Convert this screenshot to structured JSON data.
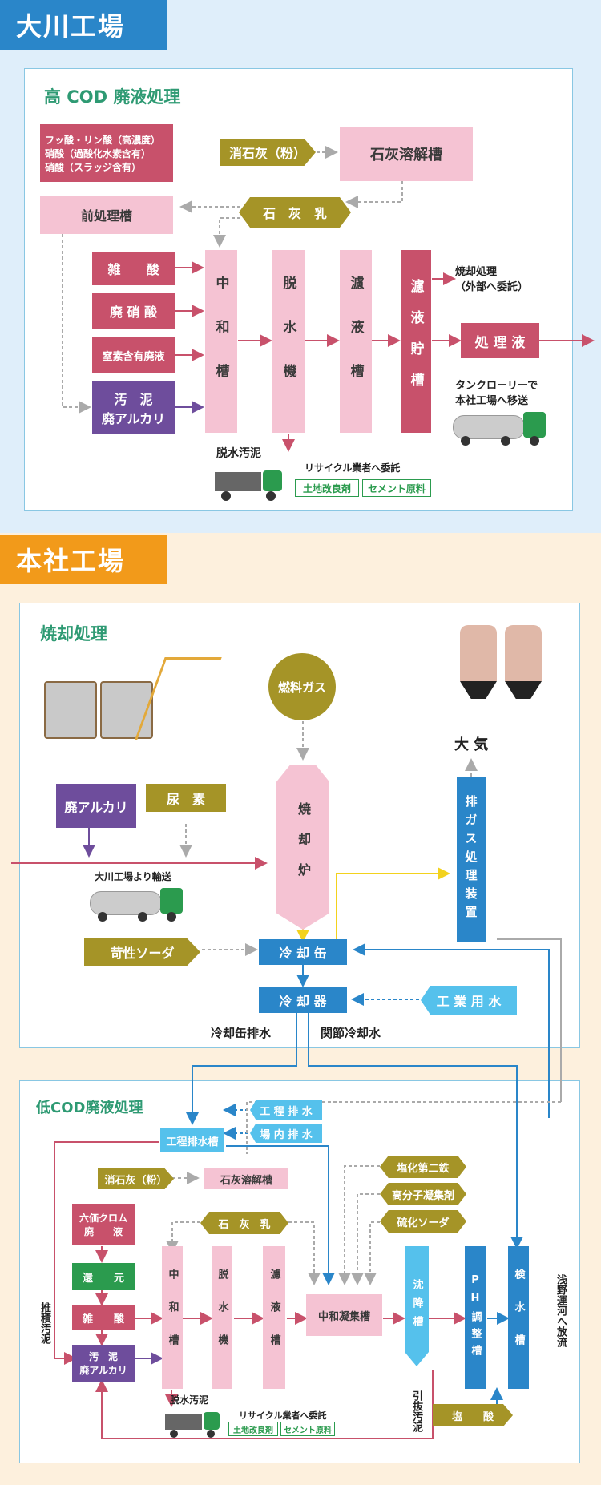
{
  "okawa": {
    "header": "大川工場",
    "title": "高 COD 廃液処理",
    "acids": "フッ酸・リン酸（高濃度）\n硝酸（過酸化水素含有）\n硝酸（スラッジ含有）",
    "slaked_lime_powder": "消石灰（粉）",
    "lime_tank": "石灰溶解槽",
    "lime_milk": "石　灰　乳",
    "pretreat_tank": "前処理槽",
    "misc_acid": "雑　　酸",
    "waste_nitric": "廃 硝 酸",
    "nitrogen_waste": "窒素含有廃液",
    "sludge_alkali": "汚　泥\n廃アルカリ",
    "neutral_tank": "中和槽",
    "dehydrator": "脱水機",
    "filter_tank": "濾液槽",
    "filtrate_storage": "濾液貯槽",
    "incineration_outsource": "焼却処理\n（外部へ委託）",
    "treated_liquid": "処 理 液",
    "tank_lorry": "タンクローリーで\n本社工場へ移送",
    "dewatered_sludge": "脱水汚泥",
    "recycle_outsource": "リサイクル業者へ委託",
    "soil_improver": "土地改良剤",
    "cement_material": "セメント原料"
  },
  "honsha": {
    "header": "本社工場",
    "incineration": {
      "title": "焼却処理",
      "fuel_gas": "燃料ガス",
      "atmosphere": "大 気",
      "waste_alkali": "廃アルカリ",
      "urea": "尿　素",
      "furnace": "焼却炉",
      "exhaust_gas_device": "排ガス処理装置",
      "transport_from_okawa": "大川工場より輸送",
      "caustic_soda": "苛性ソーダ",
      "cooling_can": "冷 却 缶",
      "cooler": "冷 却 器",
      "industrial_water": "工 業 用 水",
      "cooling_can_drain": "冷却缶排水",
      "joint_cooling_water": "関節冷却水"
    },
    "low_cod": {
      "title": "低COD廃液処理",
      "process_drain_tank": "工程排水槽",
      "process_drain": "工 程 排 水",
      "onsite_drain": "場 内 排 水",
      "ferric_chloride": "塩化第二鉄",
      "polymer_flocculant": "高分子凝集剤",
      "sodium_sulfide": "硫化ソーダ",
      "slaked_lime_powder": "消石灰（粉）",
      "lime_tank": "石灰溶解槽",
      "lime_milk": "石　灰　乳",
      "chromium": "六価クロム\n廃　　液",
      "reduction": "還　　元",
      "misc_acid": "雑　　酸",
      "sludge_alkali": "汚　泥\n廃アルカリ",
      "accumulated_sludge": "推積汚泥",
      "neutral_tank": "中和槽",
      "dehydrator": "脱水機",
      "filter_tank": "濾液槽",
      "neutral_coag_tank": "中和凝集槽",
      "settling_tank": "沈降槽",
      "ph_tank": "PH調整槽",
      "inspection_tank": "検水槽",
      "discharge": "浅野運河へ放流",
      "drawn_sludge": "引抜汚泥",
      "hydrochloric_acid": "塩　　酸",
      "dewatered_sludge": "脱水汚泥",
      "recycle_outsource": "リサイクル業者へ委託",
      "soil_improver": "土地改良剤",
      "cement_material": "セメント原料"
    }
  },
  "colors": {
    "pink": "#f5c3d3",
    "rose": "#c8516b",
    "purple": "#6e4d9c",
    "olive": "#a59427",
    "blue": "#2a86c9",
    "light_blue": "#55c1ec",
    "green": "#2b9b4e",
    "okawa_header": "#2a86c9",
    "honsha_header": "#f29a1a"
  }
}
